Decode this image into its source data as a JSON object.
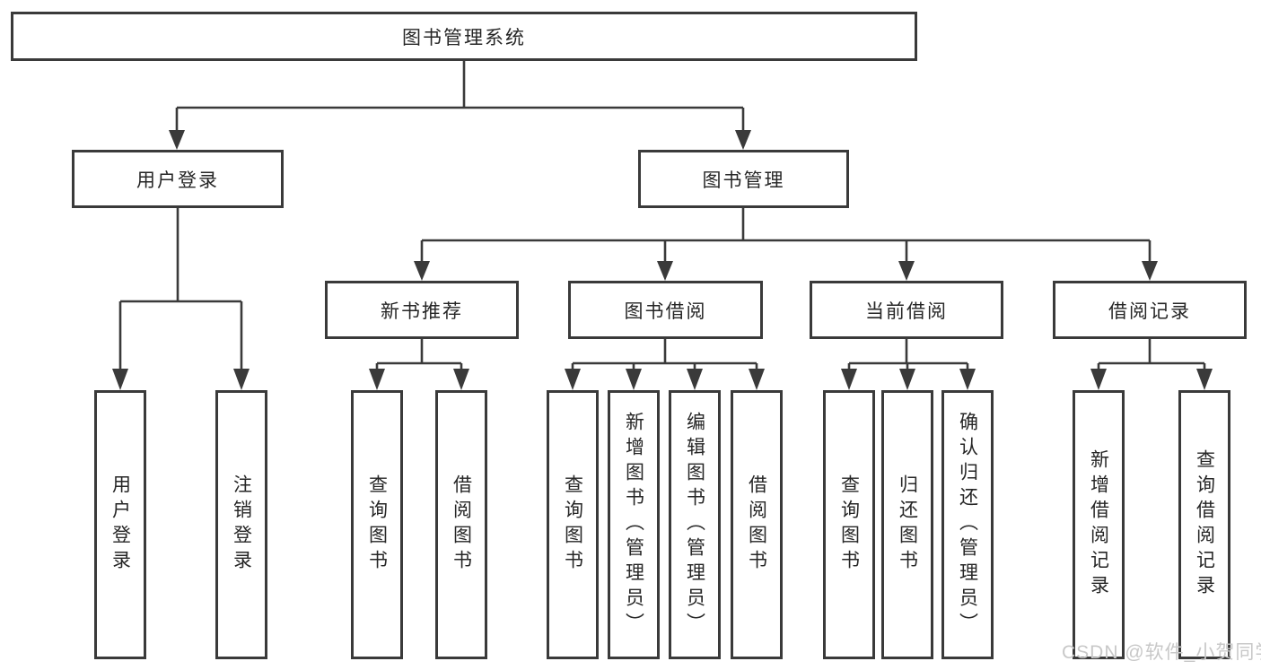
{
  "diagram": {
    "title": "图书管理系统",
    "type": "hierarchy-tree",
    "colors": {
      "line": "#3a3a3a",
      "border": "#3a3a3a",
      "text": "#262626",
      "background": "#ffffff",
      "watermark": "#c8c8c8"
    }
  },
  "tree": {
    "label": "图书管理系统",
    "children": [
      {
        "label": "用户登录",
        "children": [
          {
            "label": "用户登录"
          },
          {
            "label": "注销登录"
          }
        ]
      },
      {
        "label": "图书管理",
        "children": [
          {
            "label": "新书推荐",
            "children": [
              {
                "label": "查询图书"
              },
              {
                "label": "借阅图书"
              }
            ]
          },
          {
            "label": "图书借阅",
            "children": [
              {
                "label": "查询图书"
              },
              {
                "label": "新增图书（管理员）"
              },
              {
                "label": "编辑图书（管理员）"
              },
              {
                "label": "借阅图书"
              }
            ]
          },
          {
            "label": "当前借阅",
            "children": [
              {
                "label": "查询图书"
              },
              {
                "label": "归还图书"
              },
              {
                "label": "确认归还（管理员）"
              }
            ]
          },
          {
            "label": "借阅记录",
            "children": [
              {
                "label": "新增借阅记录"
              },
              {
                "label": "查询借阅记录"
              }
            ]
          }
        ]
      }
    ]
  },
  "watermark": {
    "text": "CSDN @软件_小贺同学"
  }
}
